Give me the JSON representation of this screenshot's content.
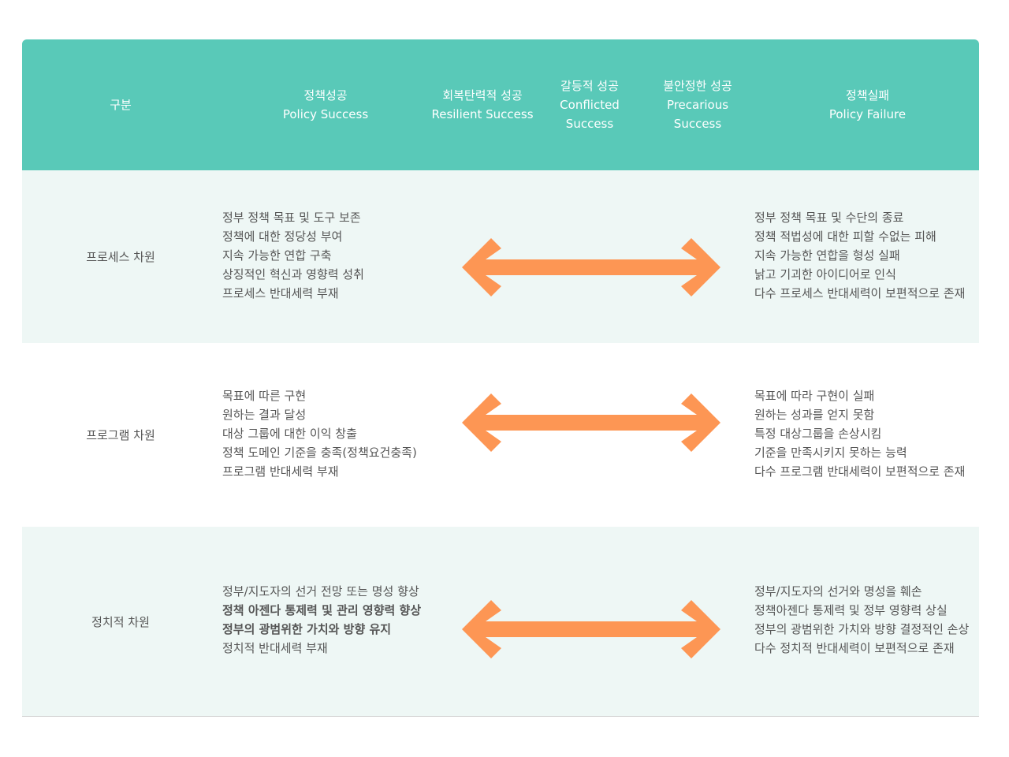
{
  "header": {
    "category": "구분",
    "policy_success": {
      "ko": "정책성공",
      "en": "Policy Success"
    },
    "resilient_success": {
      "ko": "회복탄력적 성공",
      "en": "Resilient Success"
    },
    "conflicted_success": {
      "ko": "갈등적 성공",
      "en1": "Conflicted",
      "en2": "Success"
    },
    "precarious_success": {
      "ko": "불안정한 성공",
      "en1": "Precarious",
      "en2": "Success"
    },
    "policy_failure": {
      "ko": "정책실패",
      "en": "Policy Failure"
    }
  },
  "rows": [
    {
      "label": "프로세스 차원",
      "success": [
        "정부 정책 목표 및 도구 보존",
        "정책에 대한 정당성 부여",
        "지속 가능한 연합 구축",
        "상징적인 혁신과 영향력 성취",
        "프로세스 반대세력 부재"
      ],
      "failure": [
        "정부 정책 목표 및 수단의 종료",
        "정책 적법성에 대한 피할 수없는 피해",
        "지속 가능한 연합을 형성 실패",
        "낡고 기괴한 아이디어로 인식",
        "다수 프로세스 반대세력이 보편적으로 존재"
      ]
    },
    {
      "label": "프로그램 차원",
      "success": [
        "목표에 따른 구현",
        "원하는 결과 달성",
        "대상 그룹에 대한 이익 창출",
        "정책 도메인 기준을 충족(정책요건충족)",
        "프로그램 반대세력 부재"
      ],
      "failure": [
        "목표에 따라 구현이 실패",
        "원하는 성과를 얻지 못함",
        "특정 대상그룹을 손상시킴",
        "기준을 만족시키지 못하는 능력",
        "다수 프로그램 반대세력이 보편적으로 존재"
      ]
    },
    {
      "label": "정치적 차원",
      "success": [
        "정부/지도자의 선거 전망 또는 명성 향상",
        "정책 아젠다 통제력 및 관리 영향력 향상",
        "정부의 광범위한 가치와 방향 유지",
        "정치적 반대세력 부재"
      ],
      "failure": [
        "정부/지도자의 선거와 명성을 훼손",
        "정책아젠다 통제력 및 정부 영향력 상실",
        "정부의 광범위한 가치와 방향 결정적인 손상",
        "다수 정치적 반대세력이 보편적으로 존재"
      ]
    }
  ],
  "colors": {
    "header_bg": "#59c9b8",
    "row_tint": "#eef7f5",
    "arrow": "#fd9654",
    "text": "#555555"
  }
}
